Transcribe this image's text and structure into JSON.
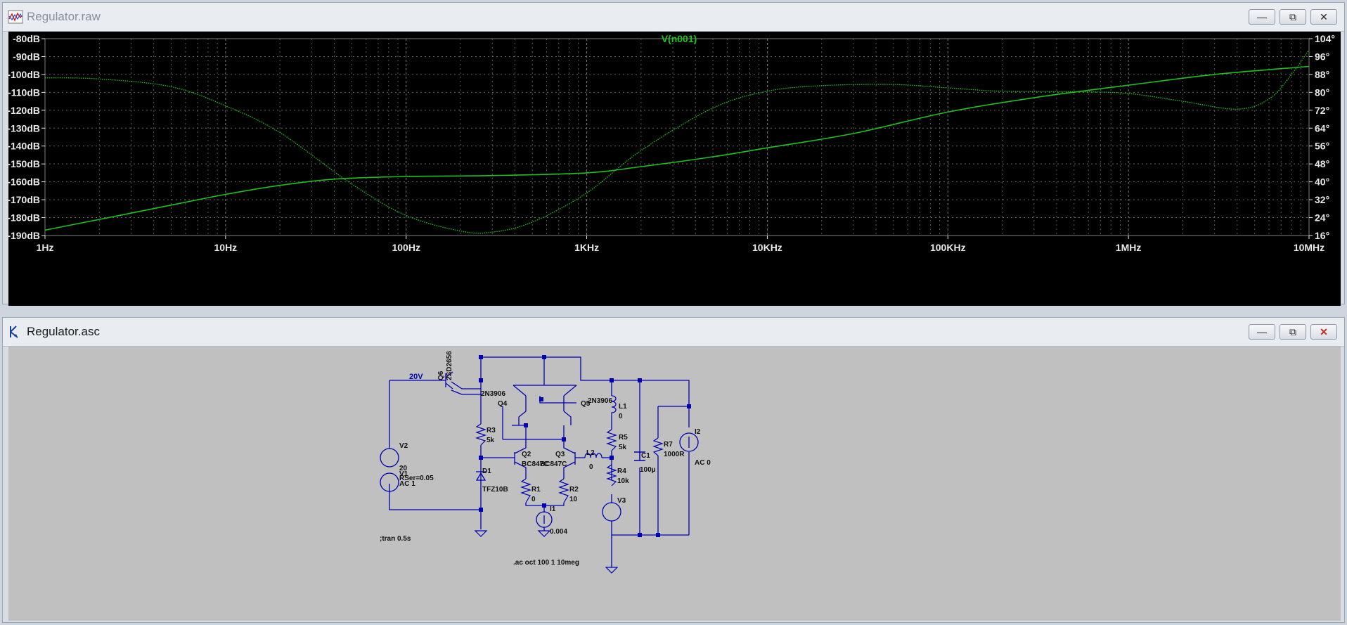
{
  "plot_window": {
    "title": "Regulator.raw",
    "controls": {
      "minimize": "—",
      "restore": "⧉",
      "close": "✕"
    }
  },
  "schematic_window": {
    "title": "Regulator.asc",
    "controls": {
      "minimize": "—",
      "restore": "⧉",
      "close": "✕"
    }
  },
  "colors": {
    "trace": "#1ec21e",
    "plot_background": "#000000",
    "grid": "#7f7f7f",
    "axis_text": "#e8e8e8",
    "schematic_background": "#c0c0c0",
    "wire": "#0000b4",
    "node_label": "#0000b4"
  },
  "chart_data": {
    "type": "line",
    "title": "V(n001)",
    "x_scale": "log",
    "xlim": [
      1,
      10000000
    ],
    "x_ticks": [
      "1Hz",
      "10Hz",
      "100Hz",
      "1KHz",
      "10KHz",
      "100KHz",
      "1MHz",
      "10MHz"
    ],
    "y_left_ticks": [
      "-80dB",
      "-90dB",
      "-100dB",
      "-110dB",
      "-120dB",
      "-130dB",
      "-140dB",
      "-150dB",
      "-160dB",
      "-170dB",
      "-180dB",
      "-190dB"
    ],
    "ylim_left": [
      -190,
      -80
    ],
    "y_right_ticks": [
      "104°",
      "96°",
      "88°",
      "80°",
      "72°",
      "64°",
      "56°",
      "48°",
      "40°",
      "32°",
      "24°",
      "16°"
    ],
    "ylim_right": [
      16,
      104
    ],
    "grid": true,
    "series": [
      {
        "name": "V(n001)",
        "axis": "magnitude_dB",
        "style": "solid",
        "x": [
          1,
          2,
          5,
          10,
          20,
          40,
          100,
          300,
          1000,
          2000,
          5000,
          10000,
          30000,
          100000,
          300000,
          1000000,
          3000000,
          10000000
        ],
        "y": [
          -187,
          -181,
          -173,
          -167,
          -162,
          -158.5,
          -157,
          -156.5,
          -155,
          -151.5,
          -146,
          -141,
          -133,
          -121,
          -113,
          -106,
          -100,
          -95.5
        ]
      },
      {
        "name": "V(n001)",
        "axis": "phase_deg",
        "style": "dotted",
        "x": [
          1,
          2,
          5,
          10,
          20,
          50,
          100,
          200,
          300,
          500,
          1000,
          2000,
          5000,
          10000,
          20000,
          50000,
          100000,
          200000,
          500000,
          1000000,
          2000000,
          4000000,
          6000000,
          8000000,
          10000000
        ],
        "y": [
          86.5,
          86,
          82.5,
          74,
          62,
          39,
          25,
          18,
          17.5,
          22,
          35,
          54,
          73,
          80.5,
          83,
          83.5,
          82,
          80.5,
          80.3,
          79.5,
          76,
          72.5,
          77,
          88,
          99
        ]
      }
    ]
  },
  "schematic": {
    "components": {
      "q6": {
        "ref": "Q6",
        "model": "2SD2656"
      },
      "q4": {
        "ref": "Q4",
        "model": "2N3906"
      },
      "q5": {
        "ref": "Q5",
        "model": "2N3906"
      },
      "q2": {
        "ref": "Q2",
        "model": "BC847C"
      },
      "q3": {
        "ref": "Q3",
        "model": "BC847C"
      },
      "r1": {
        "ref": "R1",
        "value": "0"
      },
      "r2": {
        "ref": "R2",
        "value": "10"
      },
      "r3": {
        "ref": "R3",
        "value": "5k"
      },
      "r4": {
        "ref": "R4",
        "value": "10k"
      },
      "r5": {
        "ref": "R5",
        "value": "5k"
      },
      "r7": {
        "ref": "R7",
        "value": "1000R"
      },
      "l1": {
        "ref": "L1",
        "value": "0"
      },
      "l2": {
        "ref": "L2",
        "value": "0"
      },
      "c1": {
        "ref": "C1",
        "value": "100μ"
      },
      "d1": {
        "ref": "D1",
        "model": "TFZ10B"
      },
      "v2": {
        "ref": "V2",
        "value": "20"
      },
      "v1": {
        "ref": "V1",
        "value": "AC 1",
        "extra": "RSer=0.05"
      },
      "v3": {
        "ref": "V3"
      },
      "i1": {
        "ref": "I1",
        "value": "0.004"
      },
      "i2": {
        "ref": "I2",
        "value": "AC 0"
      }
    },
    "net_label": "20V",
    "directives": [
      ".ac oct 100 1 10meg",
      ";tran 0.5s"
    ]
  }
}
